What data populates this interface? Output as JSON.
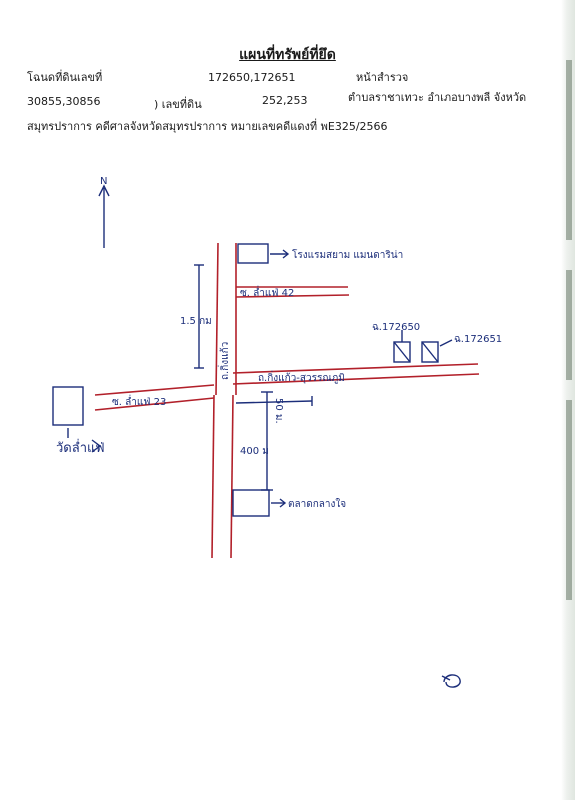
{
  "header": {
    "title": "แผนที่ทรัพย์ที่ยึด",
    "deed_label": "โฉนดที่ดินเลขที่",
    "deed_numbers": "172650,172651",
    "survey_page_label": "หน้าสำรวจ",
    "survey_page_numbers": "30855,30856",
    "land_number_label": ") เลขที่ดิน",
    "land_numbers": "252,253",
    "location": "ตำบลราชาเทวะ  อำเภอบางพลี  จังหวัด",
    "case_line": "สมุทรปราการ  คดีศาลจังหวัดสมุทรปราการ หมายเลขคดีแดงที่ พE325/2566"
  },
  "map": {
    "north_label": "N",
    "landmarks": {
      "hotel": "โรงแรมสยาม แมนดาริน่า",
      "soi_lamlae_42": "ซ. ล่ำแฟ่ 42",
      "main_road_vertical": "ถ.กิ่งแก้ว",
      "plot_1": "ฉ.172650",
      "plot_2": "ฉ.172651",
      "road_horizontal": "ถ.กิ่งแก้ว-สุวรรณภูมิ",
      "soi_lamlae_23": "ซ. ล่ำแฟ่ 23",
      "temple": "วัดล่ำแฟ่",
      "market": "ตลาดกลางใจ"
    },
    "distances": {
      "upper": "1.5 กม",
      "short": "50 ม.",
      "lower": "400 ม"
    }
  },
  "colors": {
    "road": "#b2202a",
    "ink": "#1c2e7a"
  }
}
